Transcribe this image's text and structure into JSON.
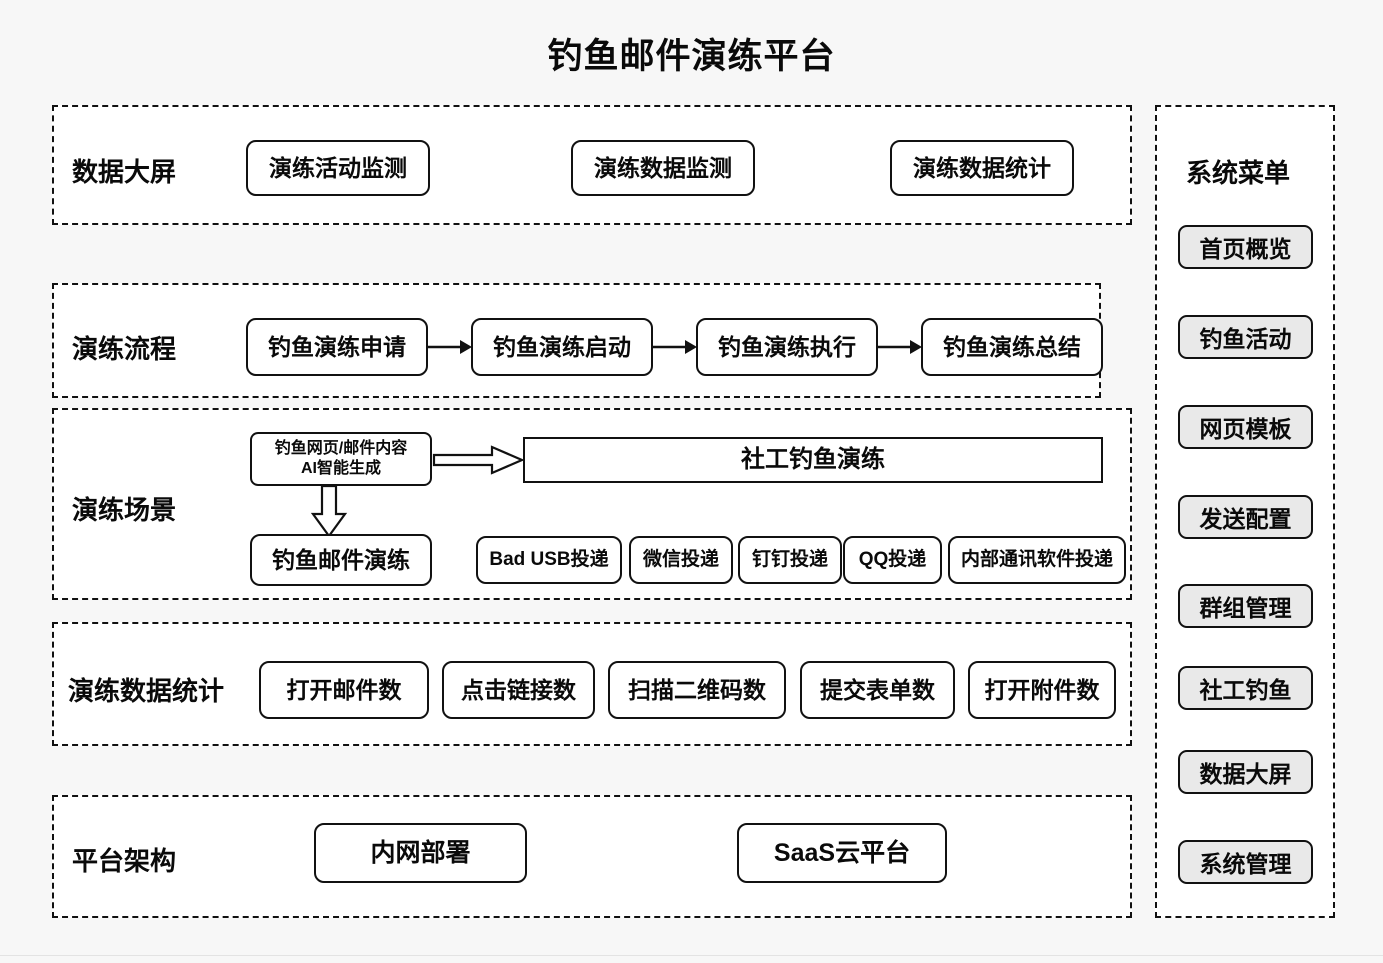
{
  "page": {
    "title": "钓鱼邮件演练平台",
    "background": "#f7f7f7",
    "accent": "#111111",
    "menu_fill": "#e9e9e9"
  },
  "sections": [
    {
      "id": "data-screen",
      "label": "数据大屏",
      "items": [
        "演练活动监测",
        "演练数据监测",
        "演练数据统计"
      ]
    },
    {
      "id": "drill-process",
      "label": "演练流程",
      "items": [
        "钓鱼演练申请",
        "钓鱼演练启动",
        "钓鱼演练执行",
        "钓鱼演练总结"
      ]
    },
    {
      "id": "drill-scenario",
      "label": "演练场景",
      "ai_box": {
        "line1": "钓鱼网页/邮件内容",
        "line2": "AI智能生成"
      },
      "social_drill": "社工钓鱼演练",
      "mail_drill": "钓鱼邮件演练",
      "delivery": [
        "Bad USB投递",
        "微信投递",
        "钉钉投递",
        "QQ投递",
        "内部通讯软件投递"
      ]
    },
    {
      "id": "drill-stats",
      "label": "演练数据统计",
      "items": [
        "打开邮件数",
        "点击链接数",
        "扫描二维码数",
        "提交表单数",
        "打开附件数"
      ]
    },
    {
      "id": "platform-arch",
      "label": "平台架构",
      "items": [
        "内网部署",
        "SaaS云平台"
      ]
    }
  ],
  "sidebar": {
    "label": "系统菜单",
    "items": [
      "首页概览",
      "钓鱼活动",
      "网页模板",
      "发送配置",
      "群组管理",
      "社工钓鱼",
      "数据大屏",
      "系统管理"
    ]
  },
  "icons": {
    "flow_arrow": "arrow-right-icon",
    "block_arrow_right": "block-arrow-right-icon",
    "block_arrow_down": "block-arrow-down-icon"
  }
}
